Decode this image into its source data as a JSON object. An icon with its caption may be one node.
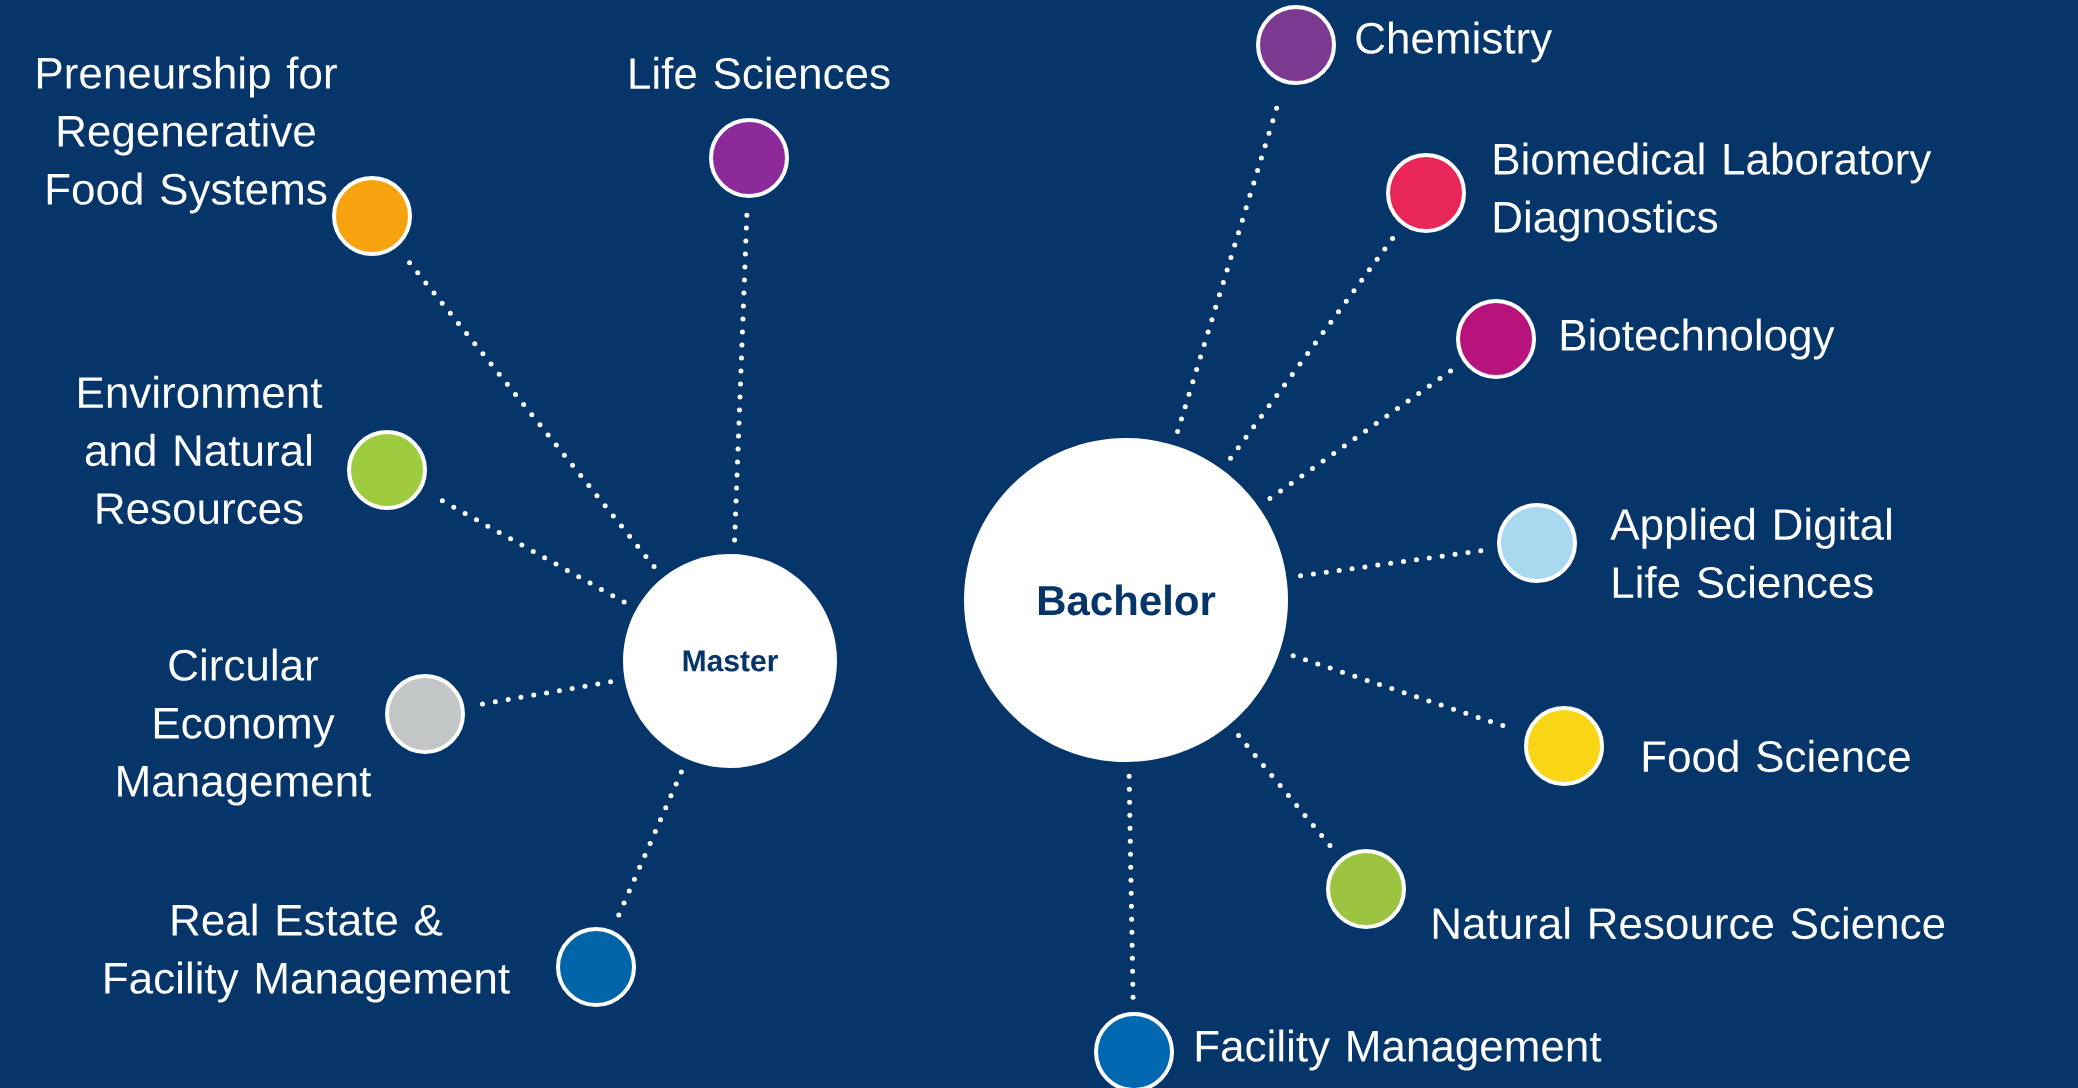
{
  "diagram": {
    "nodes": [
      {
        "text": [
          "Master"
        ]
      },
      {
        "text": [
          "Bachelor"
        ]
      },
      {
        "text": [],
        "shape": "circle",
        "beside": [
          "Preneurship for Regenerative Food Systems"
        ]
      },
      {
        "text": [],
        "shape": "circle",
        "beside": [
          "Life Sciences"
        ]
      },
      {
        "text": [],
        "shape": "circle",
        "beside": [
          "Environment and Natural Resources"
        ]
      },
      {
        "text": [],
        "shape": "circle",
        "beside": [
          "Circular Economy Management"
        ]
      },
      {
        "text": [],
        "shape": "circle",
        "beside": [
          "Real Estate & Facility Management"
        ]
      },
      {
        "text": [],
        "shape": "circle",
        "beside": [
          "Chemistry"
        ]
      },
      {
        "text": [],
        "shape": "circle",
        "beside": [
          "Biomedical Laboratory Diagnostics"
        ]
      },
      {
        "text": [],
        "shape": "circle",
        "beside": [
          "Biotechnology"
        ]
      },
      {
        "text": [],
        "shape": "circle",
        "beside": [
          "Applied Digital Life Sciences"
        ]
      },
      {
        "text": [],
        "shape": "circle",
        "beside": [
          "Food Science"
        ]
      },
      {
        "text": [],
        "shape": "circle",
        "beside": [
          "Natural Resource Science"
        ]
      },
      {
        "text": [],
        "shape": "circle",
        "beside": [
          "Facility Management"
        ]
      }
    ],
    "edges": [
      {
        "from": 0,
        "to": 2,
        "arrow": "none"
      },
      {
        "from": 0,
        "to": 3,
        "arrow": "none"
      },
      {
        "from": 0,
        "to": 4,
        "arrow": "none"
      },
      {
        "from": 0,
        "to": 5,
        "arrow": "none"
      },
      {
        "from": 0,
        "to": 6,
        "arrow": "none"
      },
      {
        "from": 1,
        "to": 7,
        "arrow": "none"
      },
      {
        "from": 1,
        "to": 8,
        "arrow": "none"
      },
      {
        "from": 1,
        "to": 9,
        "arrow": "none"
      },
      {
        "from": 1,
        "to": 10,
        "arrow": "none"
      },
      {
        "from": 1,
        "to": 11,
        "arrow": "none"
      },
      {
        "from": 1,
        "to": 12,
        "arrow": "none"
      },
      {
        "from": 1,
        "to": 13,
        "arrow": "none"
      }
    ]
  }
}
